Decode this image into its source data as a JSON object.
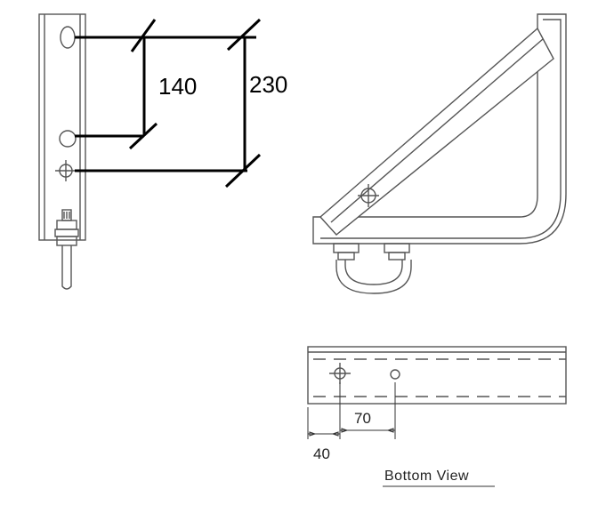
{
  "dimensions": {
    "hole_spacing_short": "140",
    "hole_spacing_long": "230",
    "bottom_offset": "40",
    "bottom_spacing": "70"
  },
  "labels": {
    "bottom_view": "Bottom View"
  }
}
